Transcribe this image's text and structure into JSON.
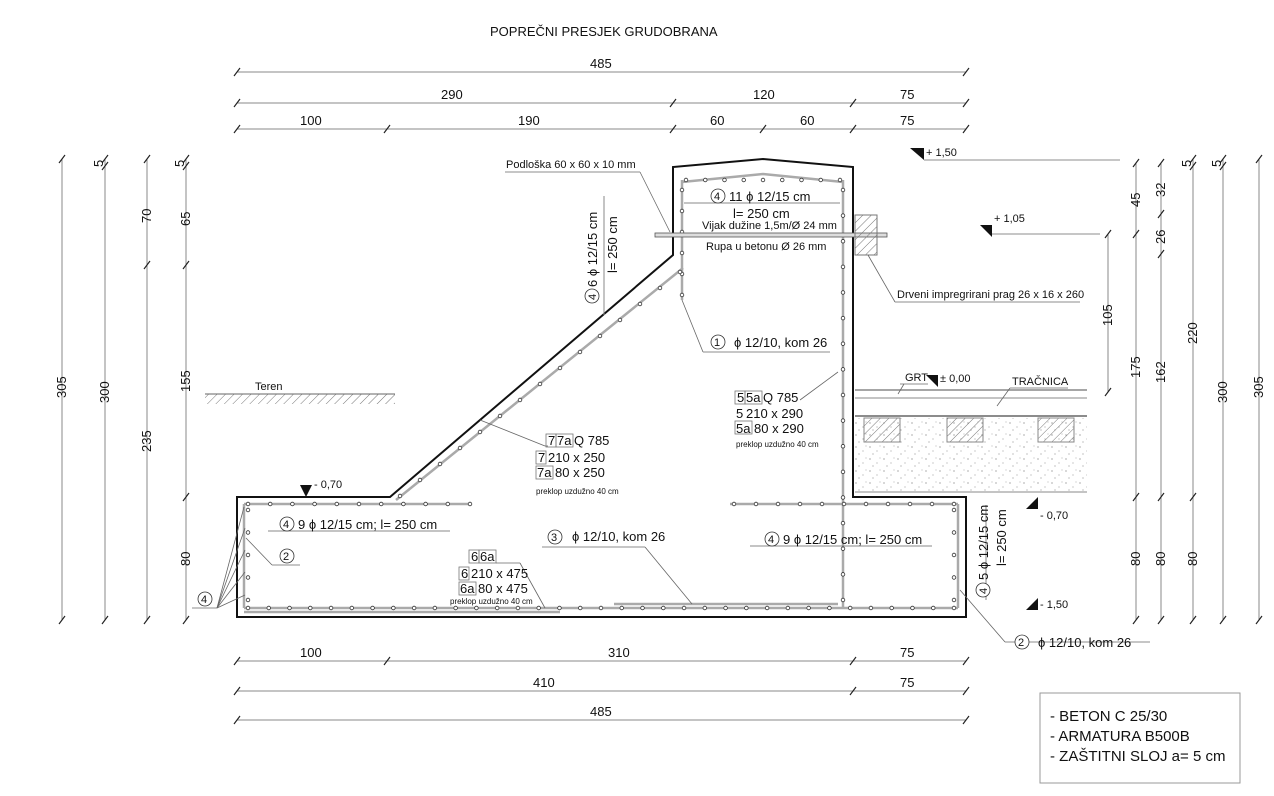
{
  "title": "POPREČNI PRESJEK GRUDOBRANA",
  "dims_top": {
    "row1": [
      "485"
    ],
    "row2": [
      "290",
      "120",
      "75"
    ],
    "row3": [
      "100",
      "190",
      "60",
      "60",
      "75"
    ]
  },
  "dims_bottom": {
    "row1": [
      "100",
      "310",
      "75"
    ],
    "row2": [
      "410",
      "75"
    ],
    "row3": [
      "485"
    ]
  },
  "dims_left": {
    "a": [
      "305"
    ],
    "b": [
      "5",
      "300"
    ],
    "c": [
      "70",
      "235"
    ],
    "d": [
      "5",
      "65",
      "155",
      "80"
    ]
  },
  "dims_right": {
    "a": [
      "105"
    ],
    "b": [
      "45",
      "175",
      "80"
    ],
    "c": [
      "32",
      "26",
      "162",
      "80"
    ],
    "d": [
      "5",
      "220",
      "80"
    ],
    "e": [
      "5",
      "300"
    ],
    "f": [
      "305"
    ]
  },
  "levels": {
    "top": "+ 1,50",
    "rail_bolt": "+ 1,05",
    "zero": "± 0,00",
    "left_base": "- 0,70",
    "right_base": "- 0,70",
    "bottom": "- 1,50"
  },
  "labels": {
    "washer": "Podloška 60 x 60 x 10 mm",
    "top_bar_num": "4",
    "top_bar": "11 ϕ 12/15 cm",
    "top_bar_len": "l= 250 cm",
    "bolt": "Vijak dužine 1,5m/Ø 24 mm",
    "hole": "Rupa u betonu Ø 26 mm",
    "sleeper": "Drveni impregrirani prag 26 x 16 x 260",
    "slope_bar_num": "4",
    "slope_bar": "6 ϕ 12/15 cm",
    "slope_bar_len": "l= 250 cm",
    "stirrup1_num": "1",
    "stirrup1": "ϕ 12/10, kom 26",
    "terrain": "Teren",
    "mesh5": [
      "5",
      "5a",
      "Q 785"
    ],
    "mesh5_row1": [
      "5",
      "210 x 290"
    ],
    "mesh5_row2": [
      "5a",
      "80 x 290"
    ],
    "mesh5_note": "preklop uzdužno 40 cm",
    "mesh7": [
      "7",
      "7a",
      "Q 785"
    ],
    "mesh7_row1": [
      "7",
      "210 x 250"
    ],
    "mesh7_row2": [
      "7a",
      "80 x 250"
    ],
    "mesh7_note": "preklop uzdužno 40 cm",
    "grt": "GRT",
    "rail": "TRAČNICA",
    "base_bar_left_num": "4",
    "base_bar_left": "9 ϕ 12/15 cm; l= 250 cm",
    "base_bar_right_num": "4",
    "base_bar_right": "9 ϕ 12/15 cm; l= 250 cm",
    "stirrup3_num": "3",
    "stirrup3": "ϕ 12/10, kom 26",
    "stirrup2_num": "2",
    "stirrup2_ref": "2",
    "stirrup2": "ϕ 12/10, kom 26",
    "mesh6": [
      "6",
      "6a"
    ],
    "mesh6_row1": [
      "6",
      "210 x 475"
    ],
    "mesh6_row2": [
      "6a",
      "80 x 475"
    ],
    "mesh6_note": "preklop uzdužno 40 cm",
    "side_bar_num": "4",
    "side_bar": "5 ϕ 12/15 cm",
    "side_bar_len": "l= 250 cm",
    "corner_bars_num": "4"
  },
  "notes": [
    "- BETON C 25/30",
    "- ARMATURA B500B",
    "- ZAŠTITNI SLOJ a= 5 cm"
  ]
}
